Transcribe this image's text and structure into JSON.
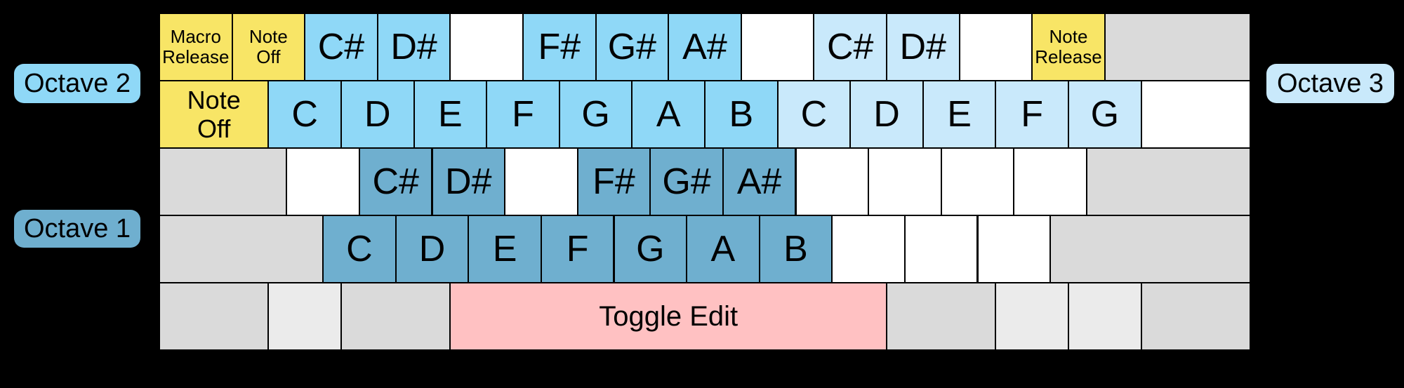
{
  "background": "#000000",
  "colors": {
    "octave1": "#6FAFCF",
    "octave2": "#8FD8F7",
    "octave3": "#C9E9FB",
    "yellow": "#F8E566",
    "pink": "#FFC1C2",
    "gray": "#DADADA",
    "light_gray": "#EBEBEB",
    "white": "#FFFFFF",
    "key_border": "#000000",
    "text": "#000000"
  },
  "octave_labels": {
    "octave1": "Octave 1",
    "octave2": "Octave 2",
    "octave3": "Octave 3"
  },
  "keyboard": {
    "rows": [
      {
        "keys": [
          {
            "label": "Macro\nRelease",
            "color": "yellow",
            "w": 1,
            "size": "small"
          },
          {
            "label": "Note\nOff",
            "color": "yellow",
            "w": 1,
            "size": "small"
          },
          {
            "label": "C#",
            "color": "octave2",
            "w": 1,
            "size": "note"
          },
          {
            "label": "D#",
            "color": "octave2",
            "w": 1,
            "size": "note"
          },
          {
            "label": "",
            "color": "white",
            "w": 1
          },
          {
            "label": "F#",
            "color": "octave2",
            "w": 1,
            "size": "note"
          },
          {
            "label": "G#",
            "color": "octave2",
            "w": 1,
            "size": "note"
          },
          {
            "label": "A#",
            "color": "octave2",
            "w": 1,
            "size": "note"
          },
          {
            "label": "",
            "color": "white",
            "w": 1
          },
          {
            "label": "C#",
            "color": "octave3",
            "w": 1,
            "size": "note"
          },
          {
            "label": "D#",
            "color": "octave3",
            "w": 1,
            "size": "note"
          },
          {
            "label": "",
            "color": "white",
            "w": 1
          },
          {
            "label": "Note\nRelease",
            "color": "yellow",
            "w": 1,
            "size": "small"
          },
          {
            "label": "",
            "color": "gray",
            "w": 2
          }
        ]
      },
      {
        "keys": [
          {
            "label": "Note\nOff",
            "color": "yellow",
            "w": 1.5,
            "size": "tab"
          },
          {
            "label": "C",
            "color": "octave2",
            "w": 1,
            "size": "note"
          },
          {
            "label": "D",
            "color": "octave2",
            "w": 1,
            "size": "note"
          },
          {
            "label": "E",
            "color": "octave2",
            "w": 1,
            "size": "note"
          },
          {
            "label": "F",
            "color": "octave2",
            "w": 1,
            "size": "note"
          },
          {
            "label": "G",
            "color": "octave2",
            "w": 1,
            "size": "note"
          },
          {
            "label": "A",
            "color": "octave2",
            "w": 1,
            "size": "note"
          },
          {
            "label": "B",
            "color": "octave2",
            "w": 1,
            "size": "note"
          },
          {
            "label": "C",
            "color": "octave3",
            "w": 1,
            "size": "note"
          },
          {
            "label": "D",
            "color": "octave3",
            "w": 1,
            "size": "note"
          },
          {
            "label": "E",
            "color": "octave3",
            "w": 1,
            "size": "note"
          },
          {
            "label": "F",
            "color": "octave3",
            "w": 1,
            "size": "note"
          },
          {
            "label": "G",
            "color": "octave3",
            "w": 1,
            "size": "note"
          },
          {
            "label": "",
            "color": "white",
            "w": 1.5
          }
        ]
      },
      {
        "keys": [
          {
            "label": "",
            "color": "gray",
            "w": 1.75
          },
          {
            "label": "",
            "color": "white",
            "w": 1
          },
          {
            "label": "C#",
            "color": "octave1",
            "w": 1,
            "size": "note"
          },
          {
            "label": "D#",
            "color": "octave1",
            "w": 1,
            "size": "note"
          },
          {
            "label": "",
            "color": "white",
            "w": 1
          },
          {
            "label": "F#",
            "color": "octave1",
            "w": 1,
            "size": "note"
          },
          {
            "label": "G#",
            "color": "octave1",
            "w": 1,
            "size": "note"
          },
          {
            "label": "A#",
            "color": "octave1",
            "w": 1,
            "size": "note"
          },
          {
            "label": "",
            "color": "white",
            "w": 1
          },
          {
            "label": "",
            "color": "white",
            "w": 1
          },
          {
            "label": "",
            "color": "white",
            "w": 1
          },
          {
            "label": "",
            "color": "white",
            "w": 1
          },
          {
            "label": "",
            "color": "gray",
            "w": 2.25
          }
        ]
      },
      {
        "keys": [
          {
            "label": "",
            "color": "gray",
            "w": 2.25
          },
          {
            "label": "C",
            "color": "octave1",
            "w": 1,
            "size": "note"
          },
          {
            "label": "D",
            "color": "octave1",
            "w": 1,
            "size": "note"
          },
          {
            "label": "E",
            "color": "octave1",
            "w": 1,
            "size": "note"
          },
          {
            "label": "F",
            "color": "octave1",
            "w": 1,
            "size": "note"
          },
          {
            "label": "G",
            "color": "octave1",
            "w": 1,
            "size": "note"
          },
          {
            "label": "A",
            "color": "octave1",
            "w": 1,
            "size": "note"
          },
          {
            "label": "B",
            "color": "octave1",
            "w": 1,
            "size": "note"
          },
          {
            "label": "",
            "color": "white",
            "w": 1
          },
          {
            "label": "",
            "color": "white",
            "w": 1
          },
          {
            "label": "",
            "color": "white",
            "w": 1
          },
          {
            "label": "",
            "color": "gray",
            "w": 2.75
          }
        ]
      },
      {
        "keys": [
          {
            "label": "",
            "color": "gray",
            "w": 1.5
          },
          {
            "label": "",
            "color": "light_gray",
            "w": 1
          },
          {
            "label": "",
            "color": "gray",
            "w": 1.5
          },
          {
            "label": "Toggle Edit",
            "color": "pink",
            "w": 6,
            "size": "space"
          },
          {
            "label": "",
            "color": "gray",
            "w": 1.5
          },
          {
            "label": "",
            "color": "light_gray",
            "w": 1
          },
          {
            "label": "",
            "color": "light_gray",
            "w": 1
          },
          {
            "label": "",
            "color": "gray",
            "w": 1.5
          }
        ]
      }
    ]
  }
}
